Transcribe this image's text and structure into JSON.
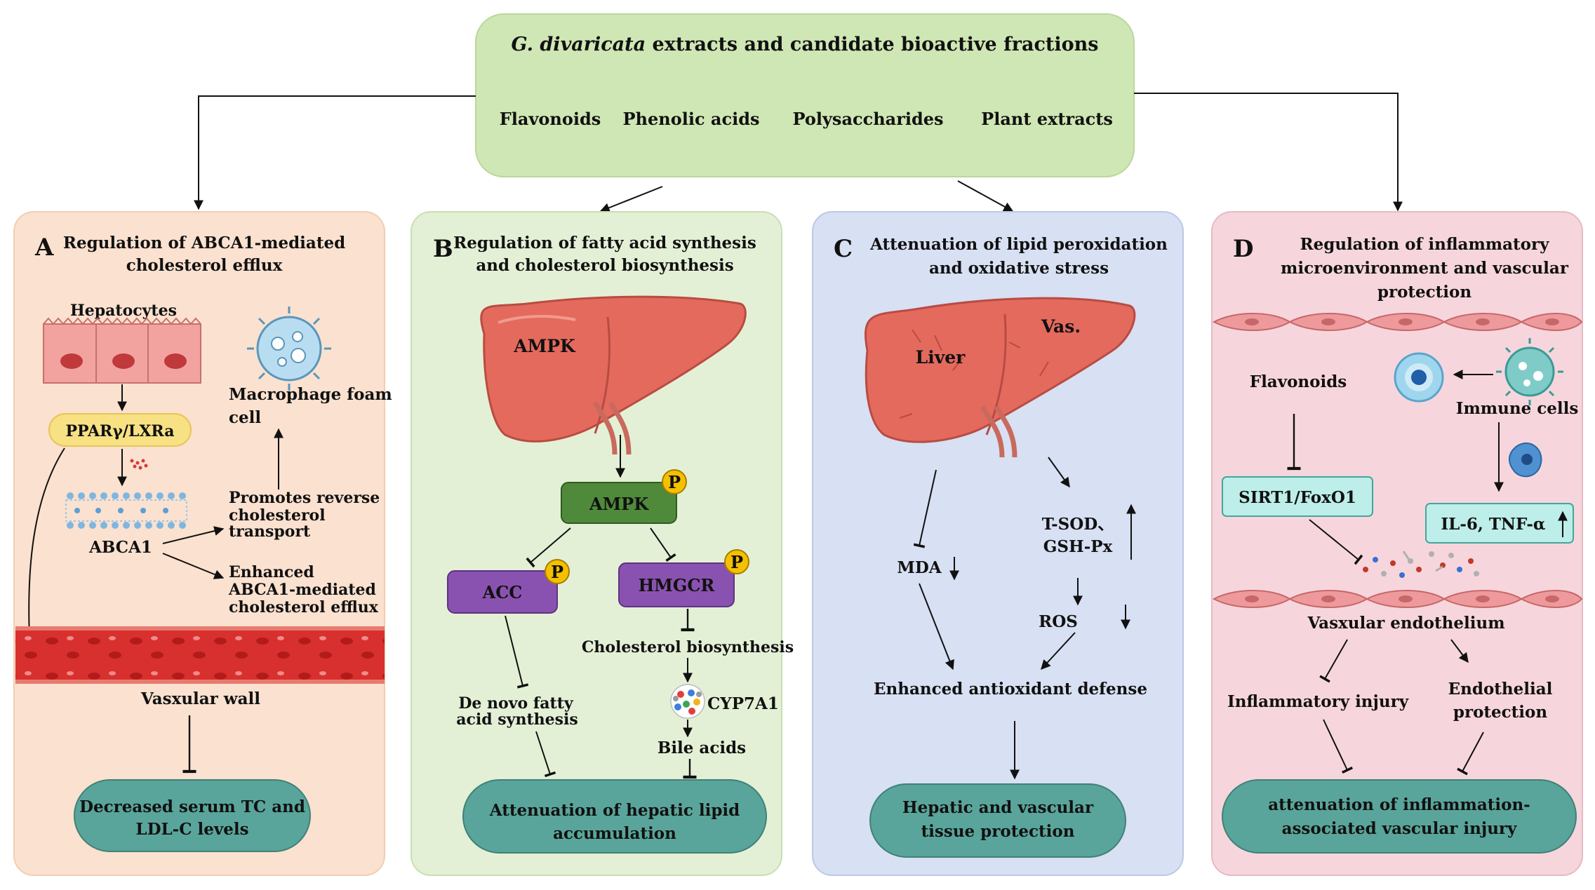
{
  "header": {
    "title_italic": "G. divaricata",
    "title_rest": " extracts and candidate bioactive fractions",
    "fractions": [
      "Flavonoids",
      "Phenolic acids",
      "Polysaccharides",
      "Plant extracts"
    ]
  },
  "panel_a": {
    "letter": "A",
    "title_lines": [
      "Regulation of ABCA1-mediated",
      "cholesterol efflux"
    ],
    "hepatocytes": "Hepatocytes",
    "receptor": "PPARγ/LXRa",
    "abca1": "ABCA1",
    "macrophage_lines": [
      "Macrophage foam",
      "cell"
    ],
    "reverse_lines": [
      "Promotes reverse",
      "cholesterol",
      "transport"
    ],
    "efflux_lines": [
      "Enhanced",
      "ABCA1-mediated",
      "cholesterol efflux"
    ],
    "wall": "Vasxular wall",
    "outcome_lines": [
      "Decreased serum TC and",
      "LDL-C levels"
    ]
  },
  "panel_b": {
    "letter": "B",
    "title_lines": [
      "Regulation of fatty acid synthesis",
      "and cholesterol biosynthesis"
    ],
    "liver_label": "AMPK",
    "ampk": "AMPK",
    "acc": "ACC",
    "hmgcr": "HMGCR",
    "phospho": "P",
    "chol_bio": "Cholesterol biosynthesis",
    "cyp": "CYP7A1",
    "bile": "Bile acids",
    "denovo_lines": [
      "De novo fatty",
      "acid synthesis"
    ],
    "outcome_lines": [
      "Attenuation of hepatic lipid",
      "accumulation"
    ]
  },
  "panel_c": {
    "letter": "C",
    "title_lines": [
      "Attenuation of lipid peroxidation",
      "and oxidative stress"
    ],
    "liver": "Liver",
    "vas": "Vas.",
    "mda": "MDA",
    "tsod": "T-SOD、",
    "gshpx": "GSH-Px",
    "ros": "ROS",
    "antioxidant": "Enhanced antioxidant defense",
    "outcome_lines": [
      "Hepatic and vascular",
      "tissue protection"
    ]
  },
  "panel_d": {
    "letter": "D",
    "title_lines": [
      "Regulation of inflammatory",
      "microenvironment and vascular",
      "protection"
    ],
    "flavonoids": "Flavonoids",
    "immune": "Immune cells",
    "sirt": "SIRT1/FoxO1",
    "il6": "IL-6, TNF-α",
    "endothelium": "Vasxular endothelium",
    "injury": "Inflammatory injury",
    "protection_lines": [
      "Endothelial",
      "protection"
    ],
    "outcome_lines": [
      "attenuation of inflammation-",
      "associated vascular injury"
    ]
  },
  "colors": {
    "header_bg": "#cfe7b4",
    "panel_a_bg": "#fbe1cf",
    "panel_b_bg": "#e4f0d6",
    "panel_c_bg": "#d8e0f3",
    "panel_d_bg": "#f6d6dc",
    "outcome": "#5aa59b",
    "ampk": "#4f8a3a",
    "enzyme": "#8a52b0",
    "receptor": "#f7e183",
    "sirt": "#bdeee9",
    "liver": "#e46a5e",
    "vessel": "#d8302f",
    "phospho": "#f5c000"
  }
}
